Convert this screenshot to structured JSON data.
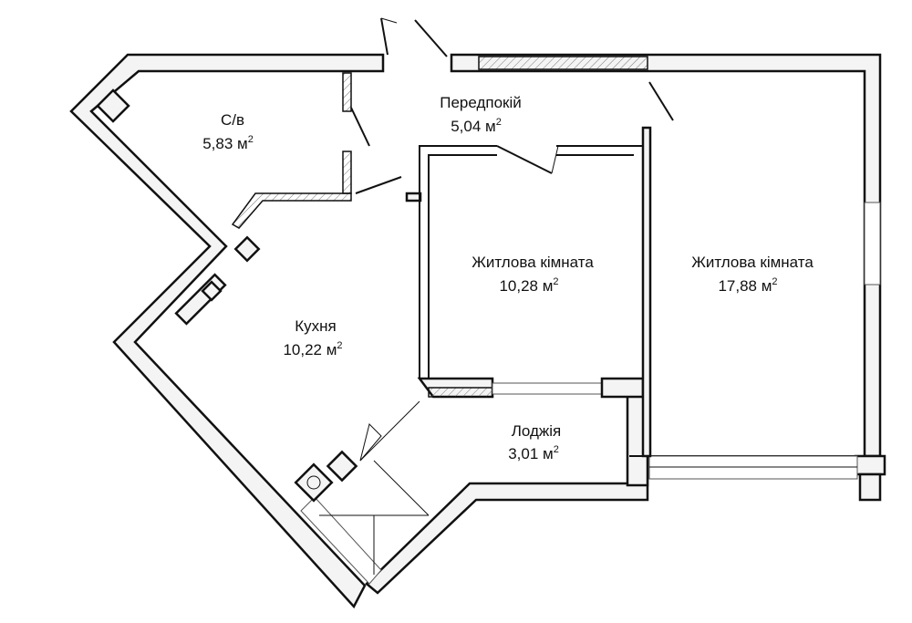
{
  "rooms": [
    {
      "name": "С/в",
      "area": "5,83 м",
      "unit_sup": "2"
    },
    {
      "name": "Передпокій",
      "area": "5,04 м",
      "unit_sup": "2"
    },
    {
      "name": "Житлова кімната",
      "area": "10,28 м",
      "unit_sup": "2"
    },
    {
      "name": "Житлова кімната",
      "area": "17,88 м",
      "unit_sup": "2"
    },
    {
      "name": "Кухня",
      "area": "10,22 м",
      "unit_sup": "2"
    },
    {
      "name": "Лоджія",
      "area": "3,01 м",
      "unit_sup": "2"
    }
  ],
  "colors": {
    "line": "#111111",
    "wall_fill": "#f4f4f4"
  }
}
